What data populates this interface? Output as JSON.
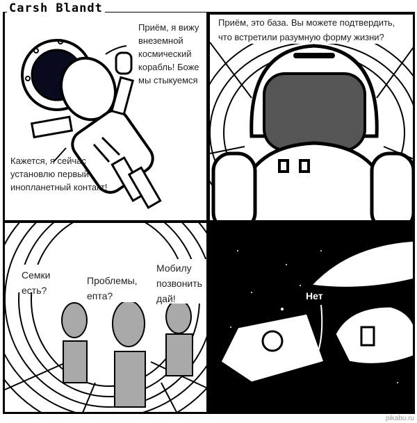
{
  "comic": {
    "title": "Carsh Blandt",
    "watermark": "pikabu.ru",
    "panels": [
      {
        "speech": [
          "Приём, я вижу\nвнеземной\nкосмический\nкорабль! Боже\nмы стыкуемся",
          "Кажется, я сейчас\nустановлю первый\nинопланетный контакт!"
        ]
      },
      {
        "speech": [
          "Приём, это база. Вы можете подтвердить,\nчто встретили разумную форму жизни?"
        ]
      },
      {
        "speech": [
          "Семки\nесть?",
          "Проблемы,\nепта?",
          "Мобилу\nпозвонить\nдай!"
        ]
      },
      {
        "speech": [
          "Нет"
        ]
      }
    ],
    "colors": {
      "alien_gray": "#a9a9a9",
      "space": "#000000",
      "visor": "#555555"
    }
  }
}
